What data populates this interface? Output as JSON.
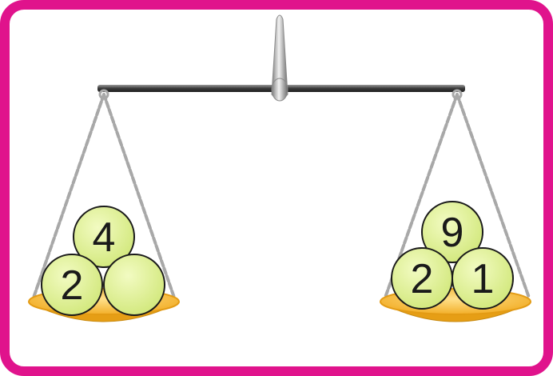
{
  "colors": {
    "frame": "#e0138c",
    "beam": "#3c3c3c",
    "chain": "#a8a8a8",
    "pan": "#f5b52a",
    "ball_fill": "#dff08a",
    "ball_stroke": "#1a1a1a"
  },
  "left_pan": {
    "balls": [
      {
        "label": "4"
      },
      {
        "label": "2"
      },
      {
        "label": ""
      }
    ]
  },
  "right_pan": {
    "balls": [
      {
        "label": "9"
      },
      {
        "label": "2"
      },
      {
        "label": "1"
      }
    ]
  }
}
